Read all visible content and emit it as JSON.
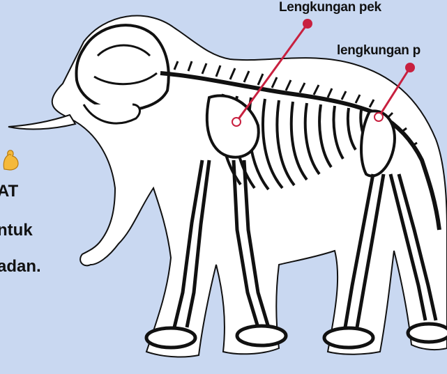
{
  "annotations": {
    "top_label": "Lengkungan pek",
    "second_label": "lengkungan p"
  },
  "side_text": {
    "line1": "AT",
    "line2": "ntuk",
    "line3": "adan."
  },
  "emoji": {
    "icon": "flexed-biceps-icon"
  },
  "colors": {
    "background": "#c9d8f1",
    "pointer": "#c8203f",
    "silhouette": "#ffffff",
    "bone": "#ffffff",
    "ink": "#111111"
  }
}
